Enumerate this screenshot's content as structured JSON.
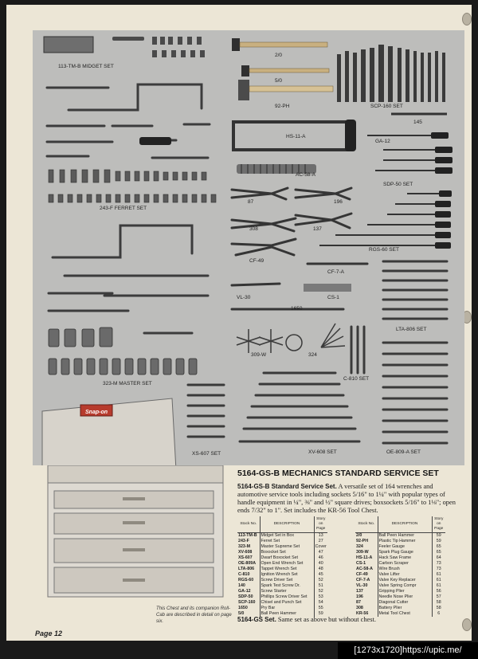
{
  "heading": "5164-GS-B MECHANICS STANDARD SERVICE SET",
  "intro_model": "5164-GS-B",
  "intro_title": "Standard Service Set.",
  "intro_text": "A versatile set of 164 wrenches and automotive service tools including sockets 5/16\" to 1¼\" with popular types of handle equipment in ¼\", ⅜\" and ½\" square drives; boxsockets 5/16\" to 1⅛\"; open ends 7/32\" to 1\". Set includes the KR-56 Tool Chest.",
  "table_headers": {
    "stock": "Stock No.",
    "description": "DESCRIPTION",
    "page": "Story on Page"
  },
  "table_left": [
    {
      "stock": "113-TM-B",
      "description": "Midget Set in Box",
      "page": "13"
    },
    {
      "stock": "243-F",
      "description": "Ferret Set",
      "page": "27"
    },
    {
      "stock": "323-M",
      "description": "Master Supreme Set",
      "page": "Cover"
    },
    {
      "stock": "XV-608",
      "description": "Boxocket Set",
      "page": "47"
    },
    {
      "stock": "XS-607",
      "description": "Dwarf Boxocket Set",
      "page": "46"
    },
    {
      "stock": "OE-809A",
      "description": "Open End Wrench Set",
      "page": "40"
    },
    {
      "stock": "LTA-806",
      "description": "Tappet Wrench Set",
      "page": "48"
    },
    {
      "stock": "C-810",
      "description": "Ignition Wrench Set",
      "page": "45"
    },
    {
      "stock": "RGS-60",
      "description": "Screw Driver Set",
      "page": "52"
    },
    {
      "stock": "140",
      "description": "Spark Test Screw Dr.",
      "page": "51"
    },
    {
      "stock": "GA-12",
      "description": "Screw Starter",
      "page": "52"
    },
    {
      "stock": "SDP-50",
      "description": "Phillips Screw Driver Set",
      "page": "53"
    },
    {
      "stock": "SCP-160",
      "description": "Chisel and Punch Set",
      "page": "54"
    },
    {
      "stock": "1650",
      "description": "Pry Bar",
      "page": "55"
    },
    {
      "stock": "5/0",
      "description": "Ball Peen Hammer",
      "page": "59"
    }
  ],
  "table_right": [
    {
      "stock": "2/0",
      "description": "Ball Peen Hammer",
      "page": "59"
    },
    {
      "stock": "92-PH",
      "description": "Plastic Tip Hammer",
      "page": "59"
    },
    {
      "stock": "324",
      "description": "Feeler Gauge",
      "page": "65"
    },
    {
      "stock": "309-W",
      "description": "Spark Plug Gauge",
      "page": "65"
    },
    {
      "stock": "HS-11-A",
      "description": "Hack Saw Frame",
      "page": "64"
    },
    {
      "stock": "CS-1",
      "description": "Carbon Scraper",
      "page": "73"
    },
    {
      "stock": "AC-58-A",
      "description": "Wire Brush",
      "page": "73"
    },
    {
      "stock": "CF-49",
      "description": "Valve Lifter",
      "page": "61"
    },
    {
      "stock": "CF-7-A",
      "description": "Valve Key Replacer",
      "page": "61"
    },
    {
      "stock": "VL-30",
      "description": "Valve Spring Compr",
      "page": "61"
    },
    {
      "stock": "137",
      "description": "Gripping Plier",
      "page": "56"
    },
    {
      "stock": "196",
      "description": "Needle Nose Plier",
      "page": "57"
    },
    {
      "stock": "87",
      "description": "Diagonal Cutter",
      "page": "58"
    },
    {
      "stock": "308",
      "description": "Battery Plier",
      "page": "58"
    },
    {
      "stock": "KR-56",
      "description": "Metal Tool Chest",
      "page": "6"
    }
  ],
  "footer_model": "5164-GS",
  "footer_title": "Set.",
  "footer_text": "Same set as above but without chest.",
  "chest_caption": "This Chest and its companion Roll-Cab are described in detail on page six.",
  "chest_brand": "Snap-on",
  "page_number": "Page 12",
  "watermark": "[1273x1720]https://upic.me/",
  "photo_labels": {
    "midget": "113-TM-B MIDGET SET",
    "ferret": "243-F FERRET SET",
    "master": "323-M MASTER SET",
    "xs607": "XS-607 SET",
    "h20": "2/0",
    "h50": "5/0",
    "ph92": "92-PH",
    "scp160": "SCP-160 SET",
    "n145": "145",
    "hs11a": "HS-11-A",
    "ga12": "GA-12",
    "ac58a": "AC-58-A",
    "sdp50": "SDP-50 SET",
    "n87": "87",
    "n196": "196",
    "n308": "308",
    "n137": "137",
    "rgs60": "RGS-60 SET",
    "cf49": "CF-49",
    "cf7a": "CF-7-A",
    "vl30": "VL-30",
    "cs1": "CS-1",
    "n1650": "1650",
    "lta806": "LTA-806 SET",
    "w309": "309-W",
    "n324": "324",
    "c810": "C-810 SET",
    "xv608": "XV-608 SET",
    "oe809a": "OE-809-A SET"
  }
}
